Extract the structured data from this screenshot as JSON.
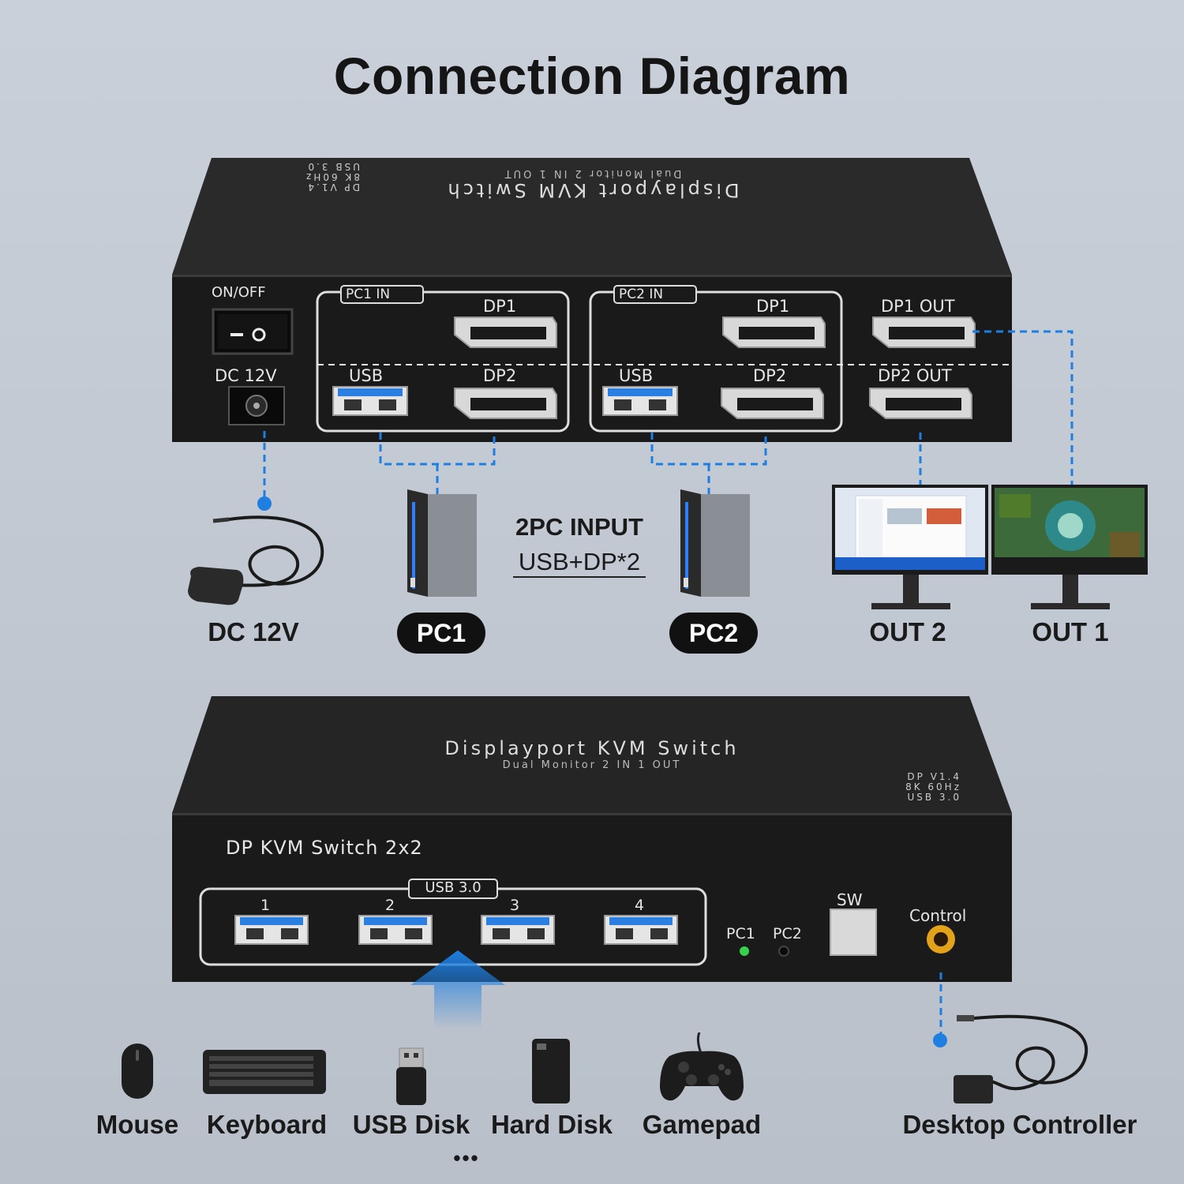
{
  "title": "Connection Diagram",
  "rear_panel": {
    "top_text": {
      "brand": "Displayport KVM Switch",
      "sub": "Dual Monitor 2 IN 1 OUT",
      "specs": [
        "DP V1.4",
        "8K 60Hz",
        "USB 3.0"
      ]
    },
    "on_off": "ON/OFF",
    "dc_label": "DC 12V",
    "pc1_group": "PC1 IN",
    "pc2_group": "PC2 IN",
    "dp1": "DP1",
    "dp2": "DP2",
    "usb": "USB",
    "dp1_out": "DP1 OUT",
    "dp2_out": "DP2 OUT"
  },
  "middle": {
    "dc_caption": "DC 12V",
    "pc1": "PC1",
    "pc2": "PC2",
    "input_title": "2PC INPUT",
    "input_sub": "USB+DP*2",
    "out2": "OUT 2",
    "out1": "OUT 1"
  },
  "front_panel": {
    "top_text": {
      "brand": "Displayport KVM Switch",
      "sub": "Dual Monitor 2 IN 1 OUT",
      "specs": [
        "DP V1.4",
        "8K 60Hz",
        "USB 3.0"
      ]
    },
    "model": "DP KVM Switch 2x2",
    "usb_group": "USB 3.0",
    "ports": [
      "1",
      "2",
      "3",
      "4"
    ],
    "led_pc1": "PC1",
    "led_pc2": "PC2",
    "sw": "SW",
    "control": "Control"
  },
  "bottom": {
    "devices": [
      "Mouse",
      "Keyboard",
      "USB Disk",
      "Hard Disk",
      "Gamepad"
    ],
    "more": "•••",
    "controller": "Desktop Controller"
  },
  "colors": {
    "accent": "#1e7fe0",
    "panel": "#1c1c1c",
    "led_on": "#36d24a"
  }
}
